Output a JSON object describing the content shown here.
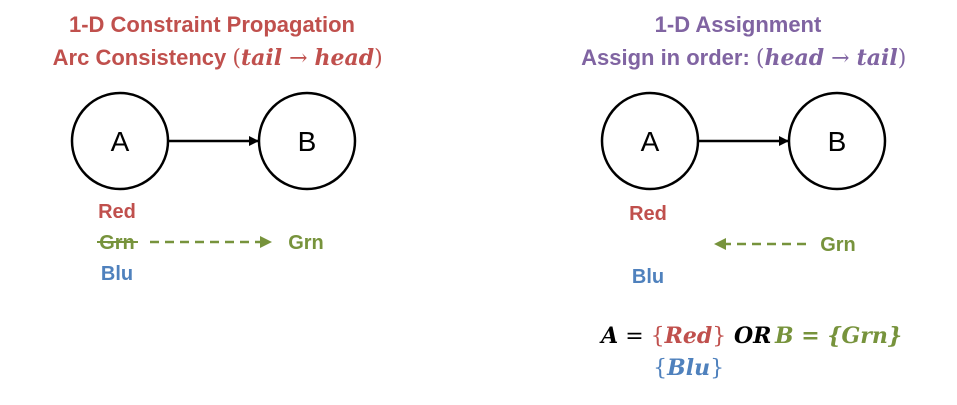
{
  "colors": {
    "red": "#c0504d",
    "green": "#77933c",
    "blue": "#4f81bd",
    "purple": "#8064a2",
    "black": "#000000"
  },
  "left_panel": {
    "title_line1": "1-D Constraint Propagation",
    "title_line2_prefix": "Arc Consistency ",
    "title_line2_open": "(",
    "title_line2_from": "tail",
    "title_line2_arrow": " → ",
    "title_line2_to": "head",
    "title_line2_close": ")",
    "node_a": "A",
    "node_b": "B",
    "a_values": [
      "Red",
      "Grn",
      "Blu"
    ],
    "crossed_value": "Grn",
    "b_value": "Grn"
  },
  "right_panel": {
    "title_line1": "1-D Assignment",
    "title_line2_prefix": "Assign in order: ",
    "title_line2_open": "(",
    "title_line2_from": "head",
    "title_line2_arrow": " → ",
    "title_line2_to": "tail",
    "title_line2_close": ")",
    "node_a": "A",
    "node_b": "B",
    "a_values": [
      "Red",
      "Blu"
    ],
    "b_value": "Grn",
    "assignment_a": {
      "var": "A",
      "eq": " = ",
      "open": "{",
      "first": "Red",
      "close": "}",
      "or": " OR",
      "second_open": "{",
      "second": "Blu",
      "second_close": "}"
    },
    "assignment_b": {
      "text": "B = {Grn}"
    }
  }
}
